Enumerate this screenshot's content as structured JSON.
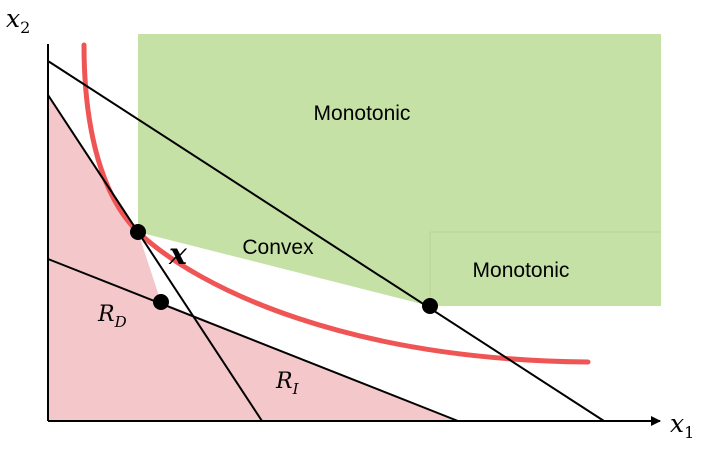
{
  "axes": {
    "x_label": "x",
    "x_sub": "1",
    "y_label": "x",
    "y_sub": "2"
  },
  "regions": {
    "monotonic_upper": "Monotonic",
    "monotonic_lower": "Monotonic",
    "convex": "Convex",
    "r_d": {
      "base": "R",
      "sub": "D"
    },
    "r_i": {
      "base": "R",
      "sub": "I"
    }
  },
  "point_label": "x",
  "colors": {
    "monotonic_fill": "#c6e1a6",
    "reject_fill": "#f4c7cb",
    "indifference_curve": "#f05555",
    "lines": "#000000",
    "points": "#000000"
  }
}
